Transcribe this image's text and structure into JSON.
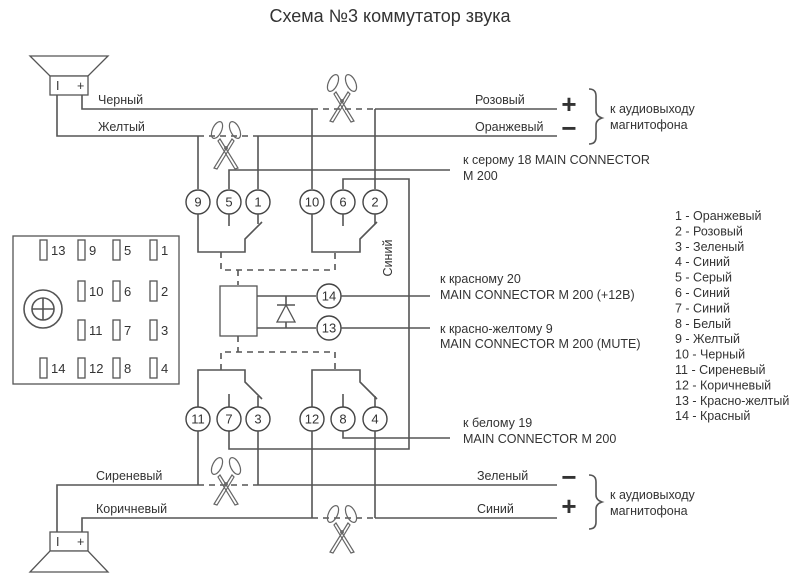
{
  "title": "Схема №3 коммутатор звука",
  "speakers": {
    "top": {
      "minus": "I",
      "plus": "+"
    },
    "bottom": {
      "minus": "I",
      "plus": "+"
    }
  },
  "wires": {
    "black": "Черный",
    "yellow": "Желтый",
    "pink": "Розовый",
    "orange": "Оранжевый",
    "lilac": "Сиреневый",
    "brown": "Коричневый",
    "green": "Зеленый",
    "blue_bottom": "Синий",
    "blue_vertical": "Синий"
  },
  "signs": {
    "plus": "+",
    "minus": "−"
  },
  "audio_out_top": {
    "line1": "к аудиовыходу",
    "line2": "магнитофона"
  },
  "audio_out_bottom": {
    "line1": "к аудиовыходу",
    "line2": "магнитофона"
  },
  "notes": {
    "grey18": {
      "line1": "к серому 18 MAIN CONNECTOR",
      "line2": "M 200"
    },
    "red20": {
      "line1": "к красному 20",
      "line2": "MAIN CONNECTOR M 200 (+12В)"
    },
    "redyellow9": {
      "line1": "к красно-желтому 9",
      "line2": "MAIN CONNECTOR M 200 (MUTE)"
    },
    "white19": {
      "line1": "к белому 19",
      "line2": "MAIN CONNECTOR M 200"
    }
  },
  "pins": {
    "p1": "1",
    "p2": "2",
    "p3": "3",
    "p4": "4",
    "p5": "5",
    "p6": "6",
    "p7": "7",
    "p8": "8",
    "p9": "9",
    "p10": "10",
    "p11": "11",
    "p12": "12",
    "p13": "13",
    "p14": "14"
  },
  "connector_face": {
    "rows": [
      [
        "13",
        "9",
        "5",
        "1"
      ],
      [
        "",
        "10",
        "6",
        "2"
      ],
      [
        "",
        "11",
        "7",
        "3"
      ],
      [
        "14",
        "12",
        "8",
        "4"
      ]
    ]
  },
  "legend": [
    "1 - Оранжевый",
    "2 - Розовый",
    "3 - Зеленый",
    "4 - Синий",
    "5 - Серый",
    "6 - Синий",
    "7 - Синий",
    "8 - Белый",
    "9 - Желтый",
    "10 - Черный",
    "11 - Сиреневый",
    "12 - Коричневый",
    "13 - Красно-желтый",
    "14 - Красный"
  ]
}
